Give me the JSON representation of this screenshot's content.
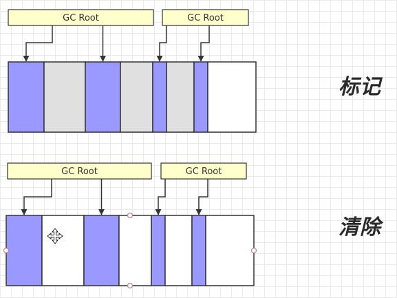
{
  "colors": {
    "live": "#9999ff",
    "garbage": "#e0e0e0",
    "free": "#ffffff",
    "root_fill": "#ffffcc",
    "outline": "#333333",
    "handle": "#c08080"
  },
  "stages": [
    {
      "label": "标记",
      "roots": [
        {
          "text": "GC Root",
          "targets": [
            0,
            2
          ]
        },
        {
          "text": "GC Root",
          "targets": [
            4,
            6
          ]
        }
      ],
      "cells": [
        "live",
        "garbage",
        "live",
        "garbage",
        "live",
        "garbage",
        "live",
        "free"
      ]
    },
    {
      "label": "清除",
      "roots": [
        {
          "text": "GC Root",
          "targets": [
            0,
            2
          ]
        },
        {
          "text": "GC Root",
          "targets": [
            4,
            6
          ]
        }
      ],
      "cells": [
        "live",
        "free",
        "live",
        "free",
        "live",
        "free",
        "live",
        "free"
      ],
      "selected": true,
      "cursor_icon": "move-cursor-icon"
    }
  ]
}
